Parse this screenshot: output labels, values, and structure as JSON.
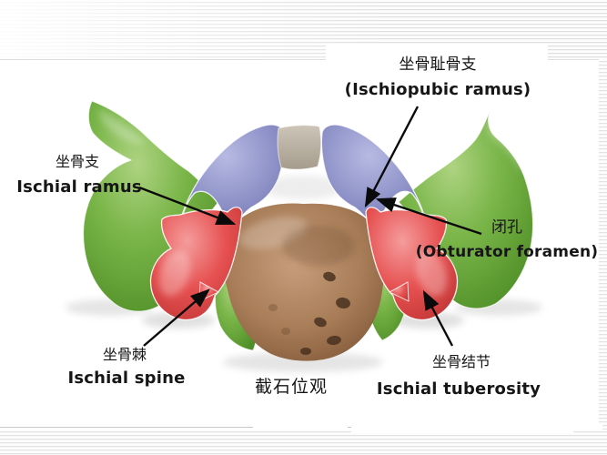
{
  "caption": "截石位观",
  "labels": {
    "ischiopubic_ramus": {
      "zh": "坐骨耻骨支",
      "en": "(Ischiopubic ramus)"
    },
    "ischial_ramus": {
      "zh": "坐骨支",
      "en": "Ischial ramus"
    },
    "obturator_foramen": {
      "zh": "闭孔",
      "en": "(Obturator foramen)"
    },
    "ischial_spine": {
      "zh": "坐骨棘",
      "en": "Ischial spine"
    },
    "ischial_tuberosity": {
      "zh": "坐骨结节",
      "en": "Ischial tuberosity"
    }
  },
  "figure": {
    "regions": [
      {
        "name": "ilium",
        "color": "#79b548"
      },
      {
        "name": "pubis",
        "color": "#9094c9"
      },
      {
        "name": "ischium",
        "color": "#e65050"
      },
      {
        "name": "sacrum",
        "color": "#b08a66"
      },
      {
        "name": "sacral-base",
        "color": "#b5ac9e"
      }
    ],
    "arrow_color": "#0a0a0a",
    "text_color": "#161616",
    "stripe_color": "#e3e3e3"
  }
}
